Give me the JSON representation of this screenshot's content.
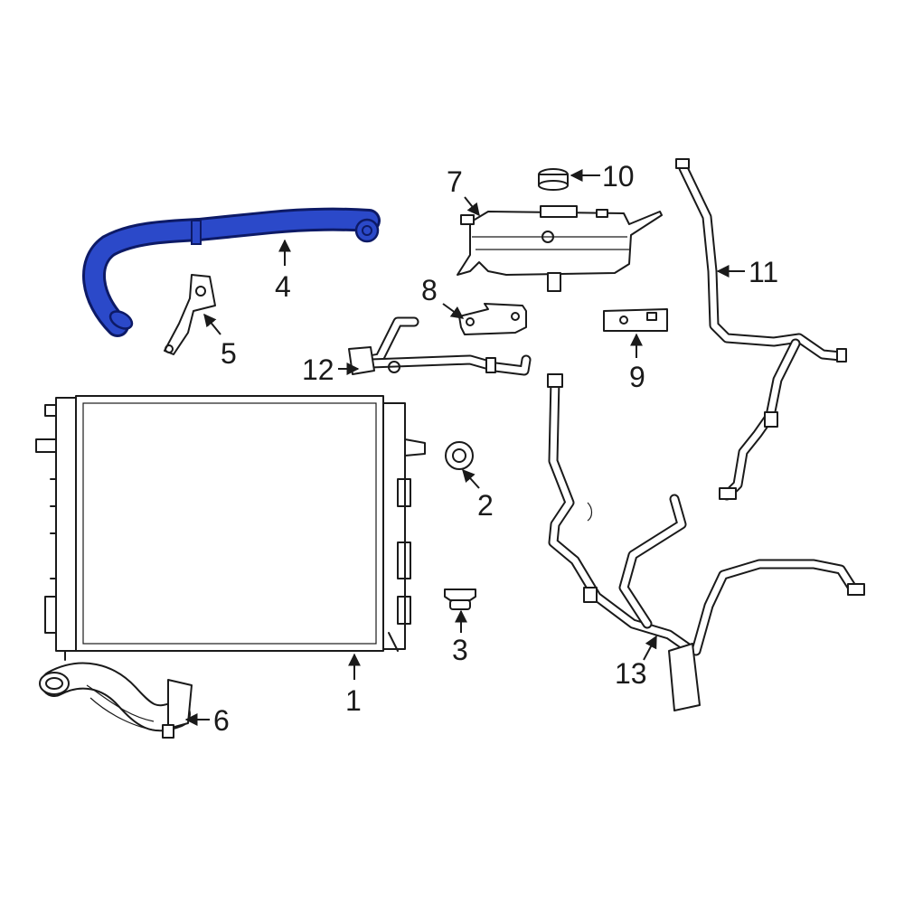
{
  "colors": {
    "highlight_fill": "#2b49c9",
    "highlight_stroke": "#0d1a66",
    "line": "#1a1a1a",
    "background": "#ffffff"
  },
  "callouts": [
    {
      "id": "c1",
      "label": "1"
    },
    {
      "id": "c2",
      "label": "2"
    },
    {
      "id": "c3",
      "label": "3"
    },
    {
      "id": "c4",
      "label": "4"
    },
    {
      "id": "c5",
      "label": "5"
    },
    {
      "id": "c6",
      "label": "6"
    },
    {
      "id": "c7",
      "label": "7"
    },
    {
      "id": "c8",
      "label": "8"
    },
    {
      "id": "c9",
      "label": "9"
    },
    {
      "id": "c10",
      "label": "10"
    },
    {
      "id": "c11",
      "label": "11"
    },
    {
      "id": "c12",
      "label": "12"
    },
    {
      "id": "c13",
      "label": "13"
    }
  ],
  "highlighted_part": "4"
}
